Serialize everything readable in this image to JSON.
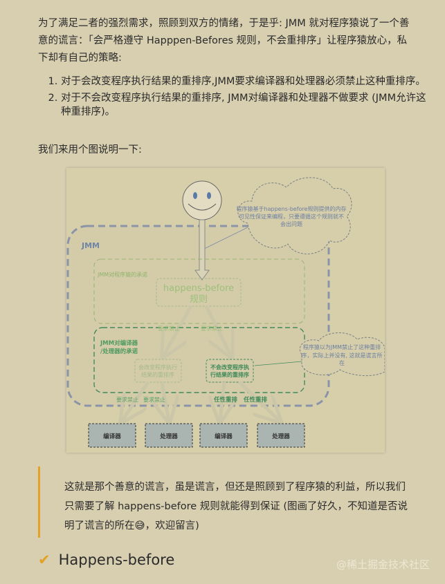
{
  "intro": "为了满足二者的强烈需求，照顾到双方的情绪，于是乎: JMM 就对程序猿说了一个善意的谎言：「会严格遵守 Happpen-Befores 规则，不会重排序」让程序猿放心，私下却有自己的策略:",
  "rules": [
    "对于会改变程序执行结果的重排序,JMM要求编译器和处理器必须禁止这种重排序。",
    "对于不会改变程序执行结果的重排序, JMM对编译器和处理器不做要求 (JMM允许这种重排序)。"
  ],
  "lead": "我们来用个图说明一下:",
  "diagram": {
    "cloud_top": [
      "程序猿基于happens-before规则提供的内存",
      "可见性保证来编程，只要遵循这个规则就不",
      "会出问题"
    ],
    "jmm": "JMM",
    "promise_programmer": "JMM对程序猿的承诺",
    "hb": [
      "happens-before",
      "规则"
    ],
    "forbid": "要求禁止",
    "promise_cpu": [
      "JMM对编译器",
      "/处理器的承诺"
    ],
    "change": [
      "会改变程序执行",
      "结果的重排序"
    ],
    "nochange": [
      "不会改变程序执",
      "行结果的重排序"
    ],
    "cloud_small": [
      "程序猿以为JMM禁止了这种重排",
      "序，实际上并没有, 这就是谎言所",
      "在"
    ],
    "free": "任性重排",
    "compiler": "编译器",
    "processor": "处理器"
  },
  "quote": "这就是那个善意的谎言，虽是谎言，但还是照顾到了程序猿的利益，所以我们只需要了解 happens-before 规则就能得到保证 (图画了好久，不知道是否说明了谎言的所在😅，欢迎留言)",
  "heading": "Happens-before",
  "check_icon": "✔",
  "watermark": "@稀土掘金技术社区",
  "colors": {
    "accent": "#e3a126",
    "green": "#6aa84f",
    "blue": "#7a8aa8"
  }
}
